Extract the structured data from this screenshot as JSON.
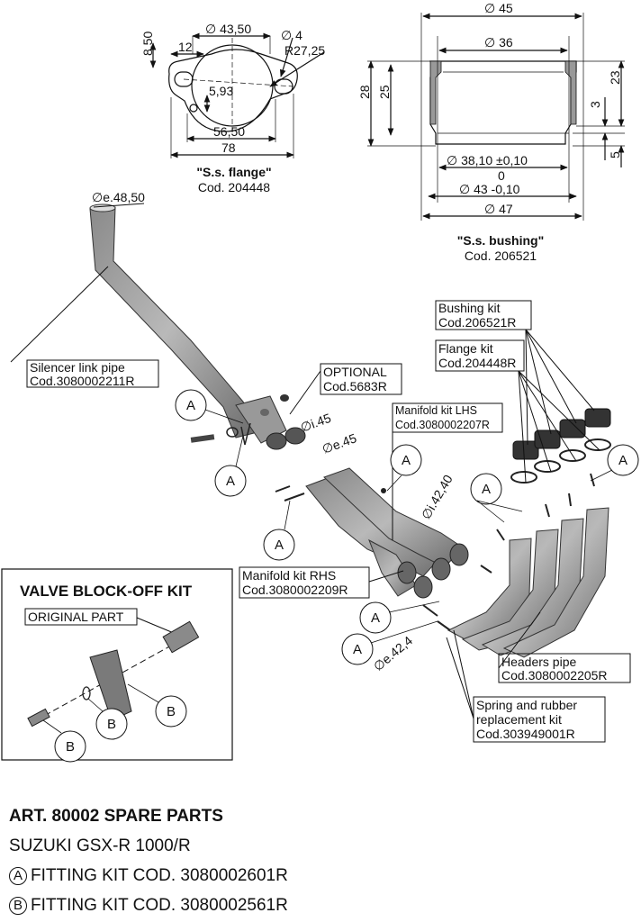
{
  "flange": {
    "dims": {
      "d_43_50": "∅ 43,50",
      "d_4": "∅ 4",
      "r_27_25": "R27,25",
      "h_8_50": "8,50",
      "w_12": "12",
      "v_5_93": "5,93",
      "w_56_50": "56,50",
      "w_78": "78"
    },
    "title": "\"S.s. flange\"",
    "code": "Cod. 204448"
  },
  "bushing": {
    "dims": {
      "d_45": "∅ 45",
      "d_36": "∅ 36",
      "h_28": "28",
      "h_25": "25",
      "h_23": "23",
      "h_3": "3",
      "h_5": "5",
      "d_38": "∅ 38,10 ±0,10",
      "tol_0": "0",
      "d_43": "∅ 43 -0,10",
      "d_47": "∅ 47"
    },
    "title": "\"S.s. bushing\"",
    "code": "Cod. 206521"
  },
  "callouts": {
    "silencer_link": [
      "Silencer link pipe",
      "Cod.3080002211R"
    ],
    "optional": [
      "OPTIONAL",
      "Cod.5683R"
    ],
    "manifold_lhs": [
      "Manifold kit LHS",
      "Cod.3080002207R"
    ],
    "bushing_kit": [
      "Bushing kit",
      "Cod.206521R"
    ],
    "flange_kit": [
      "Flange kit",
      "Cod.204448R"
    ],
    "manifold_rhs": [
      "Manifold kit RHS",
      "Cod.3080002209R"
    ],
    "headers_pipe": [
      "Headers pipe",
      "Cod.3080002205R"
    ],
    "spring_kit": [
      "Spring and rubber",
      "replacement kit",
      "Cod.303949001R"
    ]
  },
  "pipe_dims": {
    "e_48_50": "∅e.48,50",
    "i_45": "∅i.45",
    "e_45": "∅e.45",
    "i_42_40": "∅i.42,40",
    "e_42_4": "∅e.42,4"
  },
  "markers": {
    "a": "A",
    "b": "B"
  },
  "valve_box": {
    "title": "VALVE BLOCK-OFF KIT",
    "original_part": "ORIGINAL PART"
  },
  "footer": {
    "title": "ART. 80002 SPARE PARTS",
    "model": "SUZUKI GSX-R 1000/R",
    "kit_a": {
      "marker": "A",
      "text": "FITTING KIT COD. 3080002601R"
    },
    "kit_b": {
      "marker": "B",
      "text": "FITTING KIT COD. 3080002561R"
    }
  }
}
